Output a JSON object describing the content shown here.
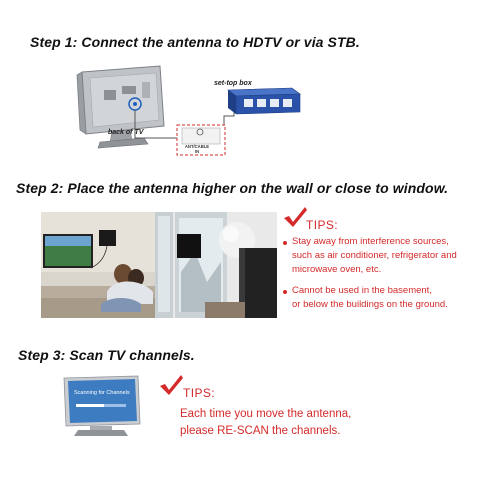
{
  "steps": {
    "step1": {
      "title": "Step 1: Connect the antenna to HDTV or via STB."
    },
    "step2": {
      "title": "Step 2: Place the antenna higher on the wall or close to window."
    },
    "step3": {
      "title": "Step 3: Scan TV channels."
    }
  },
  "diagram": {
    "back_of_tv_label": "back of TV",
    "stb_label": "set-top box",
    "input_label_line1": "ANT/CABLE",
    "input_label_line2": "IN"
  },
  "tips2": {
    "heading": "TIPS:",
    "items": [
      {
        "line1": "Stay away from interference sources,",
        "line2": "such as air conditioner, refrigerator and",
        "line3": "microwave oven, etc."
      },
      {
        "line1": "Cannot be used in the basement,",
        "line2": "or below the buildings on the ground."
      }
    ]
  },
  "scan_screen": {
    "text": "Scanning for Channels"
  },
  "tips3": {
    "heading": "TIPS:",
    "line1": "Each time you move the antenna,",
    "line2": "please RE-SCAN the channels."
  },
  "colors": {
    "accent_red": "#d42a2a",
    "stb_blue": "#2a52a8",
    "screen_blue": "#3d7cc0"
  },
  "icons": [
    "checkmark-icon",
    "tv-icon",
    "antenna-icon",
    "set-top-box-icon"
  ]
}
